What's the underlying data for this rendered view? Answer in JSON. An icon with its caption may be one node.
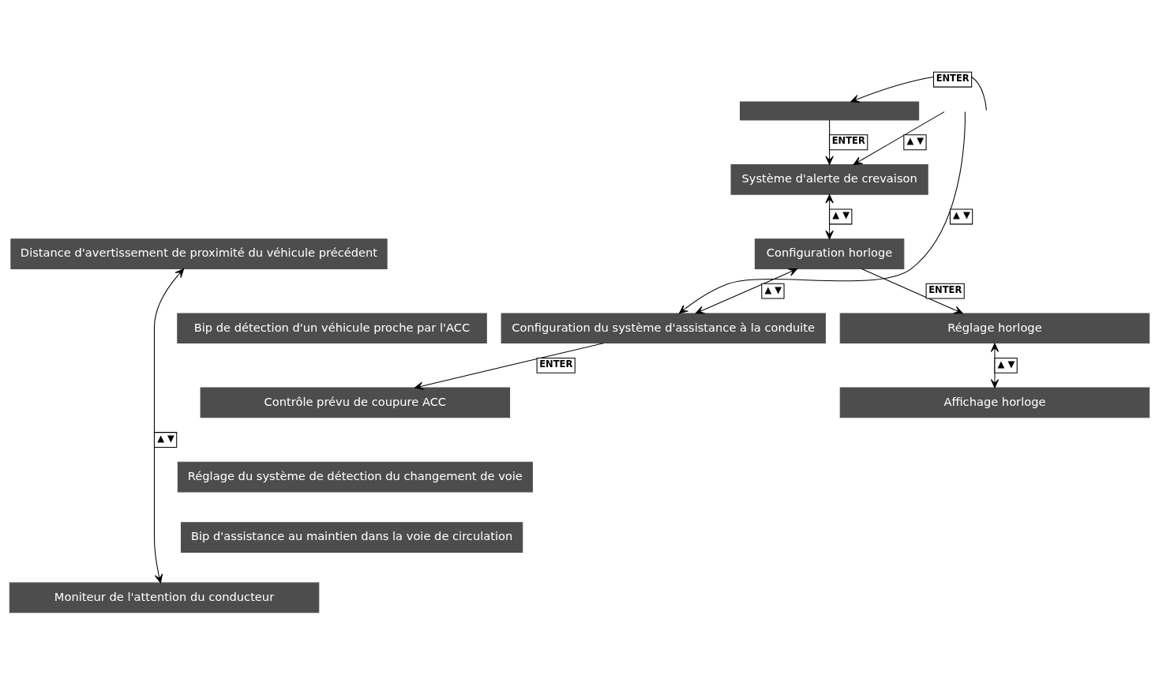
{
  "diagram": {
    "nodes": [
      {
        "text": [],
        "shape": "bar"
      },
      {
        "text": [
          "Système d'alerte de crevaison"
        ]
      },
      {
        "text": [
          "Configuration horloge"
        ]
      },
      {
        "text": [
          "Configuration du système d'assistance à la conduite"
        ]
      },
      {
        "text": [
          "Réglage horloge"
        ]
      },
      {
        "text": [
          "Affichage horloge"
        ]
      },
      {
        "text": [
          "Distance d'avertissement de proximité du véhicule précédent"
        ]
      },
      {
        "text": [
          "Bip de détection d'un véhicule proche par l'ACC"
        ]
      },
      {
        "text": [
          "Contrôle prévu de coupure ACC"
        ]
      },
      {
        "text": [
          "Réglage du système de détection du changement de voie"
        ]
      },
      {
        "text": [
          "Bip d'assistance au maintien dans la voie de circulation"
        ]
      },
      {
        "text": [
          "Moniteur de l'attention du conducteur"
        ]
      }
    ],
    "edges": [
      {
        "from": 0,
        "to": 1,
        "arrow": "to",
        "label": "ENTER"
      },
      {
        "from": null,
        "to": 0,
        "arrow": "to",
        "label": "ENTER"
      },
      {
        "from": null,
        "to": 1,
        "arrow": "to",
        "label": "▲ ▼"
      },
      {
        "from": 1,
        "to": 2,
        "arrow": "both",
        "label": "▲ ▼"
      },
      {
        "from": 2,
        "to": 3,
        "arrow": "both",
        "label": "▲ ▼"
      },
      {
        "from": null,
        "to": 3,
        "arrow": "to",
        "label": "▲ ▼"
      },
      {
        "from": 2,
        "to": 4,
        "arrow": "to",
        "label": "ENTER"
      },
      {
        "from": 4,
        "to": 5,
        "arrow": "both",
        "label": "▲ ▼"
      },
      {
        "from": 3,
        "to": 8,
        "arrow": "to",
        "label": "ENTER"
      },
      {
        "from": 6,
        "to": 11,
        "arrow": "both",
        "label": "▲ ▼"
      }
    ]
  }
}
